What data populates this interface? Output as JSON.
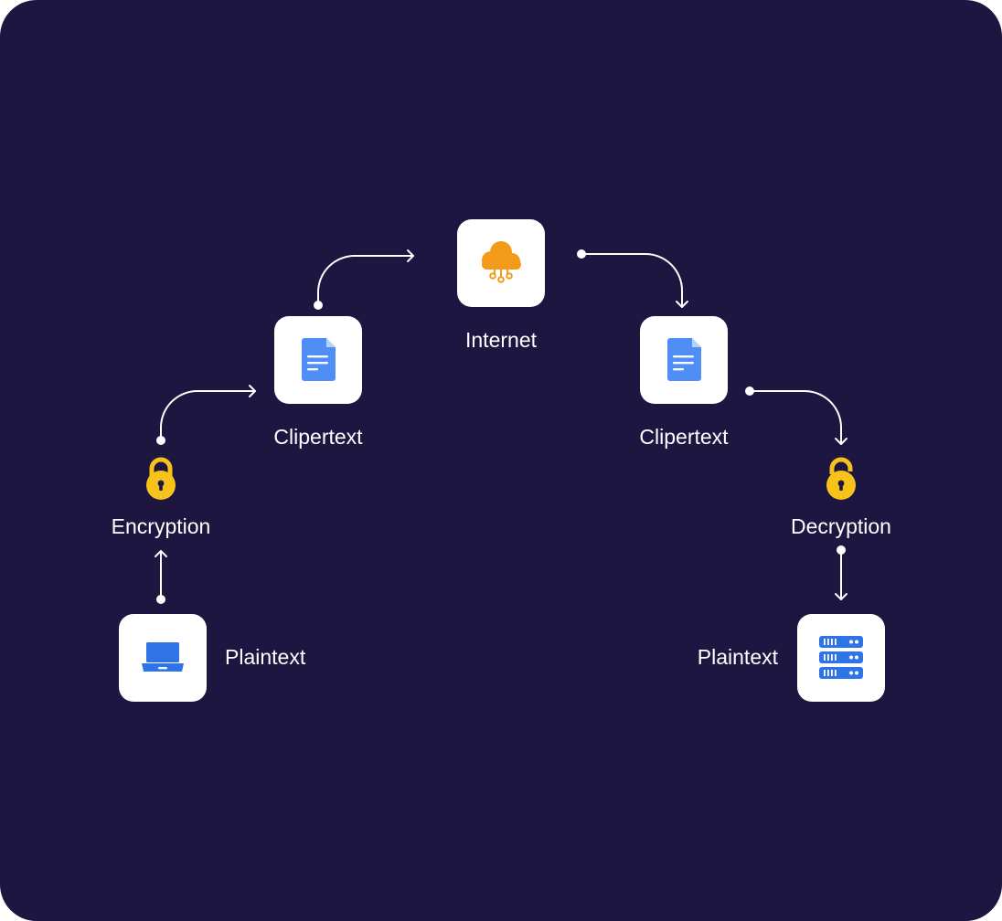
{
  "colors": {
    "background": "#1c1640",
    "card": "#ffffff",
    "connector": "#ffffff",
    "document_icon": "#4f8ef7",
    "laptop_icon": "#2f73e8",
    "server_icon": "#2f73e8",
    "cloud_icon": "#f39a1b",
    "lock_icon": "#f7c21a"
  },
  "nodes": {
    "plaintext_source": {
      "label": "Plaintext",
      "icon": "laptop-icon"
    },
    "encryption": {
      "label": "Encryption",
      "icon": "lock-closed-icon"
    },
    "ciphertext_outgoing": {
      "label": "Clipertext",
      "icon": "document-icon"
    },
    "internet": {
      "label": "Internet",
      "icon": "cloud-network-icon"
    },
    "ciphertext_incoming": {
      "label": "Clipertext",
      "icon": "document-icon"
    },
    "decryption": {
      "label": "Decryption",
      "icon": "lock-open-icon"
    },
    "plaintext_destination": {
      "label": "Plaintext",
      "icon": "server-icon"
    }
  },
  "flow": [
    {
      "from": "plaintext_source",
      "to": "encryption"
    },
    {
      "from": "encryption",
      "to": "ciphertext_outgoing"
    },
    {
      "from": "ciphertext_outgoing",
      "to": "internet"
    },
    {
      "from": "internet",
      "to": "ciphertext_incoming"
    },
    {
      "from": "ciphertext_incoming",
      "to": "decryption"
    },
    {
      "from": "decryption",
      "to": "plaintext_destination"
    }
  ]
}
